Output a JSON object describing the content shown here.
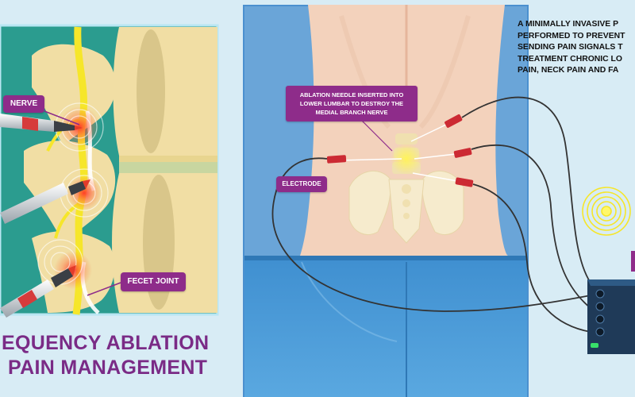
{
  "labels": {
    "nerve": "NERVE",
    "facet_joint": "FECET JOINT",
    "electrode": "ELECTRODE",
    "ablation_note_line1": "ABLATION NEEDLE INSERTED INTO",
    "ablation_note_line2": "LOWER LUMBAR TO DESTROY THE",
    "ablation_note_line3": "MEDIAL BRANCH NERVE"
  },
  "title": {
    "line1": "EQUENCY ABLATION",
    "line2": "PAIN MANAGEMENT"
  },
  "description": {
    "lines": [
      "A MINIMALLY INVASIVE P",
      "PERFORMED TO PREVENT",
      "SENDING PAIN SIGNALS T",
      "TREATMENT CHRONIC LO",
      "PAIN, NECK PAIN AND FA"
    ]
  },
  "colors": {
    "accent_purple": "#8e2c8a",
    "title_purple": "#7a2b86",
    "teal_panel": "#2b9c8f",
    "bone": "#f1dea4",
    "nerve_yellow": "#f6e62a",
    "skin": "#f3d2bc",
    "jeans_blue": "#4a9bd6",
    "drape_blue": "#6aa5d8",
    "device_navy": "#1f3a58"
  }
}
